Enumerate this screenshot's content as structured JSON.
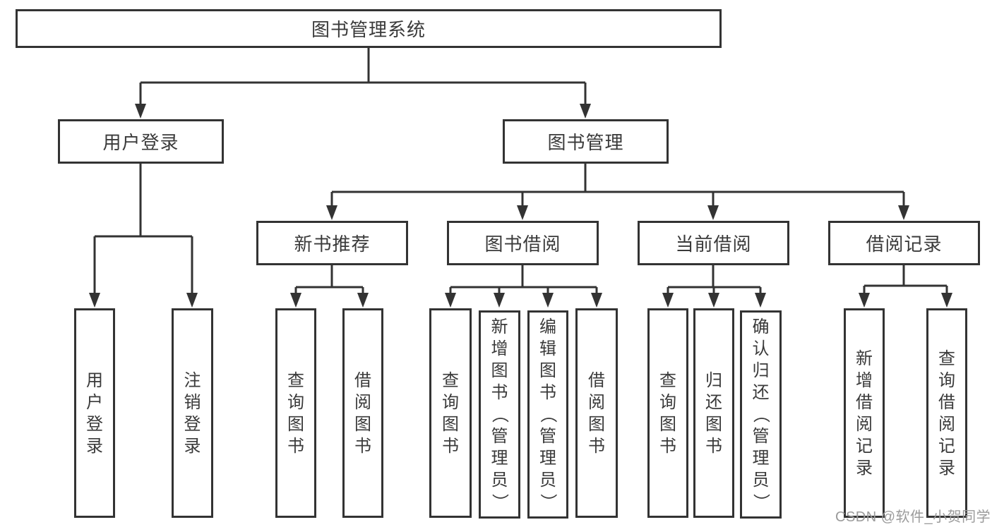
{
  "tree": {
    "root": {
      "label": "图书管理系统"
    },
    "branches": [
      {
        "label": "用户登录",
        "leaves": [
          "用户登录",
          "注销登录"
        ]
      },
      {
        "label": "图书管理",
        "groups": [
          {
            "label": "新书推荐",
            "leaves": [
              "查询图书",
              "借阅图书"
            ]
          },
          {
            "label": "图书借阅",
            "leaves": [
              "查询图书",
              "新增图书（管理员）",
              "编辑图书（管理员）",
              "借阅图书"
            ]
          },
          {
            "label": "当前借阅",
            "leaves": [
              "查询图书",
              "归还图书",
              "确认归还（管理员）"
            ]
          },
          {
            "label": "借阅记录",
            "leaves": [
              "新增借阅记录",
              "查询借阅记录"
            ]
          }
        ]
      }
    ]
  },
  "watermark": "CSDN @软件_小贺同学",
  "colors": {
    "line": "#333333",
    "text": "#3a3a3a",
    "watermark": "#9b9b9b",
    "background": "#ffffff"
  }
}
